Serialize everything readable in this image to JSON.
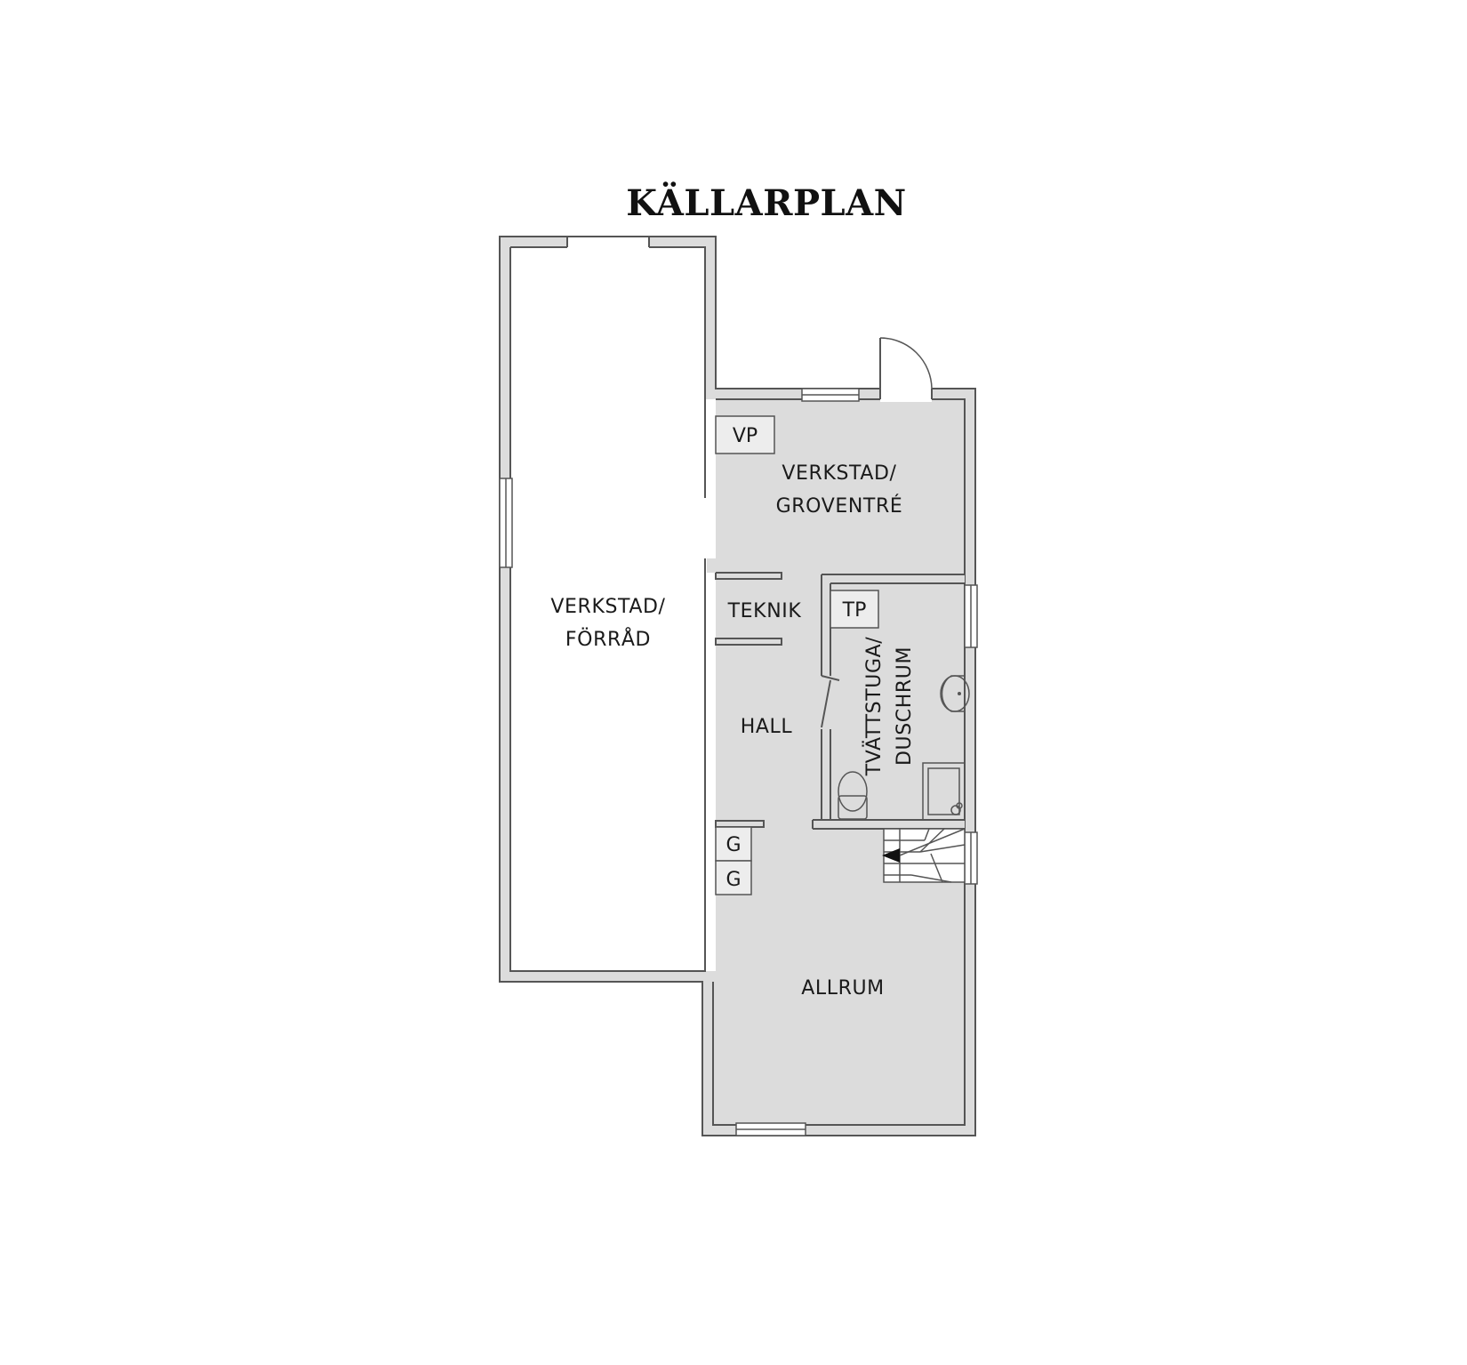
{
  "title": "KÄLLARPLAN",
  "rooms": {
    "verkstad_forrad": [
      "VERKSTAD/",
      "FÖRRÅD"
    ],
    "verkstad_groventre": [
      "VERKSTAD/",
      "GROVENTRÉ"
    ],
    "teknik": "TEKNIK",
    "hall": "HALL",
    "tvattstuga_duschrum": [
      "TVÄTTSTUGA/",
      "DUSCHRUM"
    ],
    "allrum": "ALLRUM"
  },
  "units": {
    "vp": "VP",
    "tp": "TP",
    "g1": "G",
    "g2": "G"
  },
  "colors": {
    "wall": "#555555",
    "wall_fill": "#dcdcdc",
    "unit_fill": "#ededed",
    "text": "#1a1a1a"
  }
}
